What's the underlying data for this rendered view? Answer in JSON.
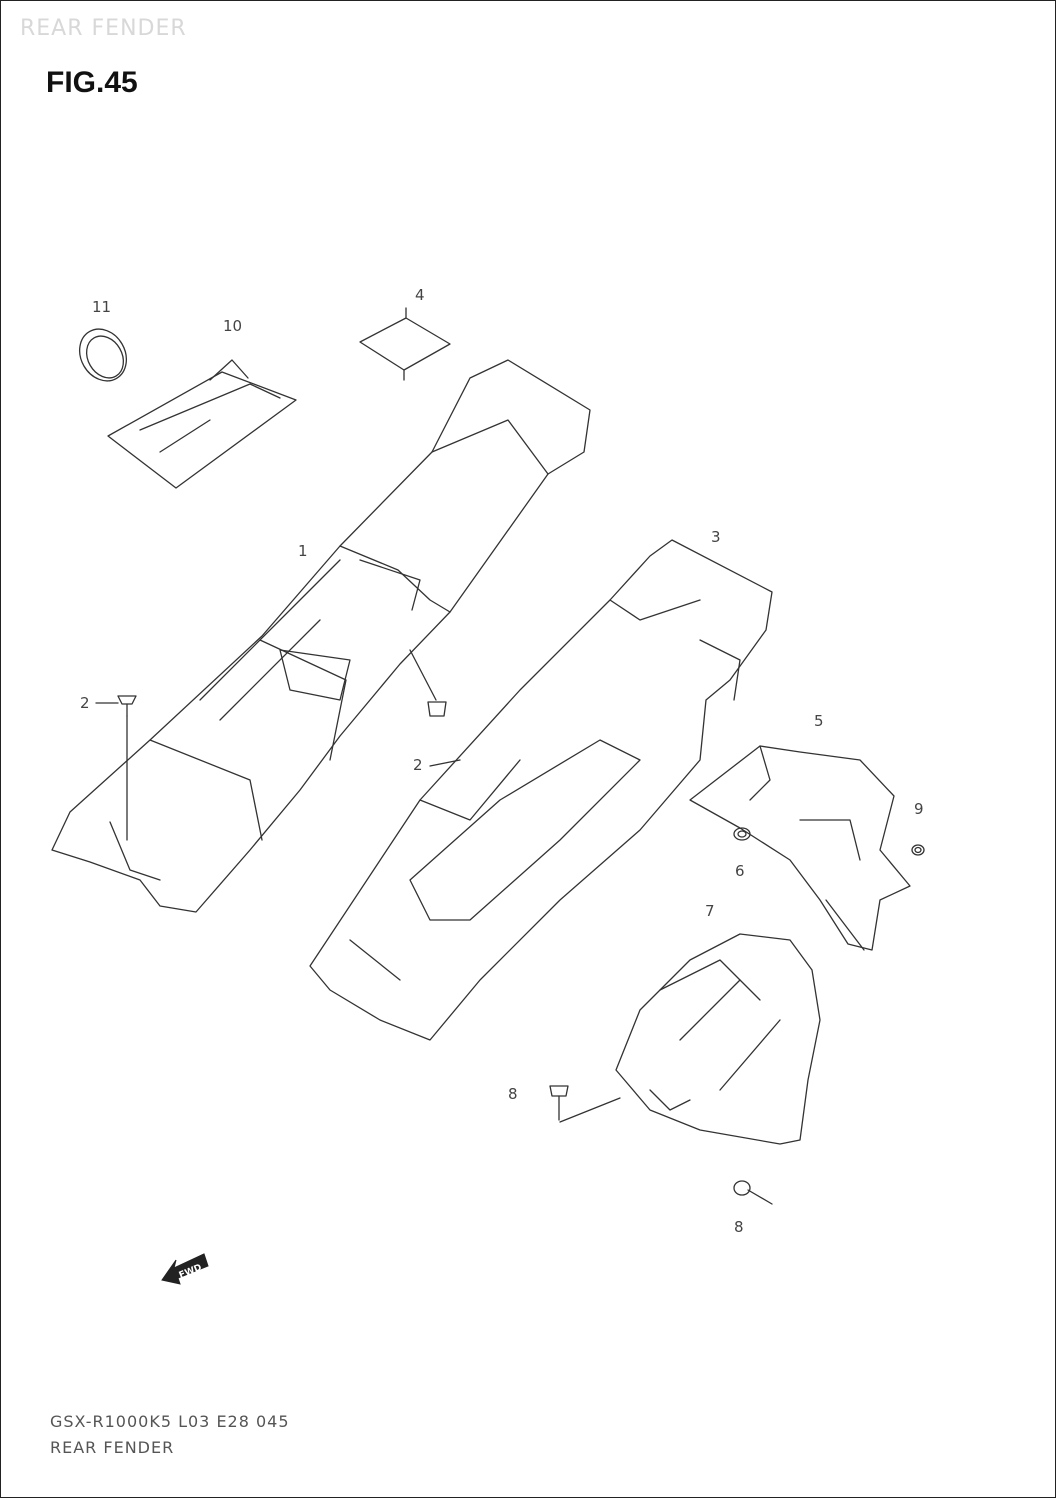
{
  "header": {
    "watermark": "REAR FENDER",
    "figure_title": "FIG.45"
  },
  "callouts": {
    "c1": "1",
    "c2a": "2",
    "c2b": "2",
    "c3": "3",
    "c4": "4",
    "c5": "5",
    "c6": "6",
    "c7": "7",
    "c8a": "8",
    "c8b": "8",
    "c9": "9",
    "c10": "10",
    "c11": "11"
  },
  "fwd_badge": {
    "label": "FWD"
  },
  "footer": {
    "model_code": "GSX-R1000K5 L03 E28 045",
    "section_name": "REAR FENDER"
  },
  "colors": {
    "line": "#333333",
    "watermark": "#d8d8d8",
    "background": "#ffffff"
  }
}
